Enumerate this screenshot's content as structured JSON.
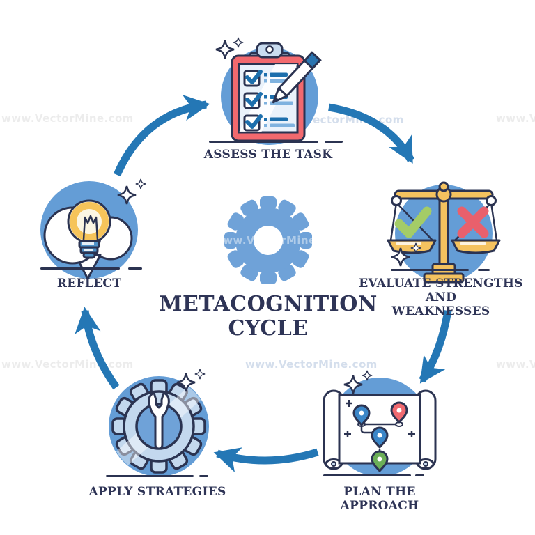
{
  "title": {
    "line1": "METACOGNITION",
    "line2": "CYCLE"
  },
  "stages": [
    {
      "name": "assess-the-task",
      "label": "ASSESS THE TASK",
      "icon": "clipboard-checklist-icon"
    },
    {
      "name": "evaluate-strengths-and-weaknesses",
      "label": "EVALUATE STRENGTHS AND WEAKNESSES",
      "label_lines": [
        "EVALUATE STRENGTHS AND",
        "WEAKNESSES"
      ],
      "icon": "balance-scale-icon"
    },
    {
      "name": "plan-the-approach",
      "label": "PLAN THE APPROACH",
      "icon": "map-route-icon"
    },
    {
      "name": "apply-strategies",
      "label": "APPLY STRATEGIES",
      "icon": "gear-wrench-icon"
    },
    {
      "name": "reflect",
      "label": "REFLECT",
      "icon": "lightbulb-icon"
    }
  ],
  "center_icon": "gear-icon",
  "watermark": {
    "text": "www.VectorMine.com"
  },
  "colors": {
    "circle_blue": "#649DD6",
    "arrow_blue": "#2477B5",
    "outline_navy": "#2B3351",
    "text_navy": "#2E3456",
    "clipboard_red": "#F2696E",
    "check_blue": "#1D6FAD",
    "line_light_blue": "#7FB2DF",
    "scale_gold": "#F4C25F",
    "check_green": "#A4CC67",
    "cross_red": "#E9606C",
    "bulb_yellow": "#F6C45A",
    "bulb_base_blue": "#4F92C8",
    "pin_blue": "#3B86C8",
    "pin_red": "#F06A70",
    "pin_green": "#6BAE57",
    "gear_light": "#C3D8EE"
  }
}
